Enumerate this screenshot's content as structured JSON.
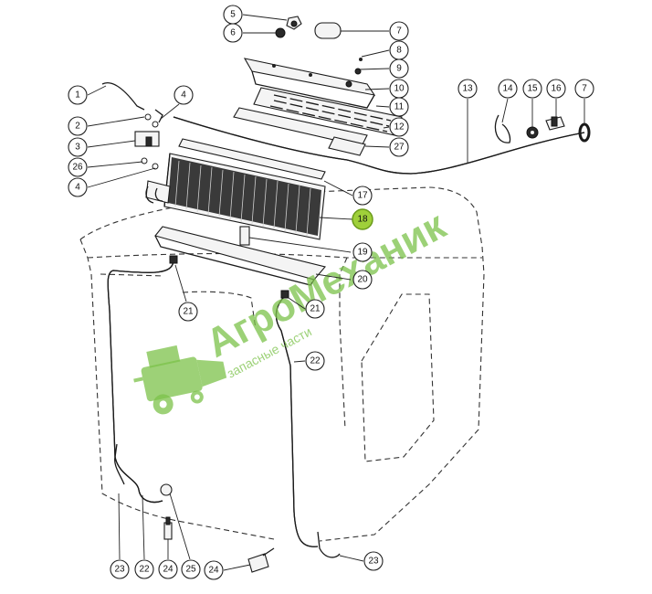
{
  "watermark": {
    "brand": "АгроМеханик",
    "tagline": "запасные части"
  },
  "callouts": [
    {
      "id": "c5",
      "label": "5"
    },
    {
      "id": "c6",
      "label": "6"
    },
    {
      "id": "c7a",
      "label": "7"
    },
    {
      "id": "c8",
      "label": "8"
    },
    {
      "id": "c9",
      "label": "9"
    },
    {
      "id": "c10",
      "label": "10"
    },
    {
      "id": "c11",
      "label": "11"
    },
    {
      "id": "c12",
      "label": "12"
    },
    {
      "id": "c27",
      "label": "27"
    },
    {
      "id": "c1",
      "label": "1"
    },
    {
      "id": "c4a",
      "label": "4"
    },
    {
      "id": "c2",
      "label": "2"
    },
    {
      "id": "c3",
      "label": "3"
    },
    {
      "id": "c26",
      "label": "26"
    },
    {
      "id": "c4b",
      "label": "4"
    },
    {
      "id": "c13",
      "label": "13"
    },
    {
      "id": "c14",
      "label": "14"
    },
    {
      "id": "c15",
      "label": "15"
    },
    {
      "id": "c16",
      "label": "16"
    },
    {
      "id": "c7b",
      "label": "7"
    },
    {
      "id": "c17",
      "label": "17"
    },
    {
      "id": "c18",
      "label": "18",
      "highlighted": true
    },
    {
      "id": "c19",
      "label": "19"
    },
    {
      "id": "c20",
      "label": "20"
    },
    {
      "id": "c21a",
      "label": "21"
    },
    {
      "id": "c21b",
      "label": "21"
    },
    {
      "id": "c22a",
      "label": "22"
    },
    {
      "id": "c23a",
      "label": "23"
    },
    {
      "id": "c22b",
      "label": "22"
    },
    {
      "id": "c24a",
      "label": "24"
    },
    {
      "id": "c25",
      "label": "25"
    },
    {
      "id": "c24b",
      "label": "24"
    },
    {
      "id": "c23b",
      "label": "23"
    }
  ],
  "highlight_color": "#9fd03a",
  "watermark_color": "#7cc24a"
}
